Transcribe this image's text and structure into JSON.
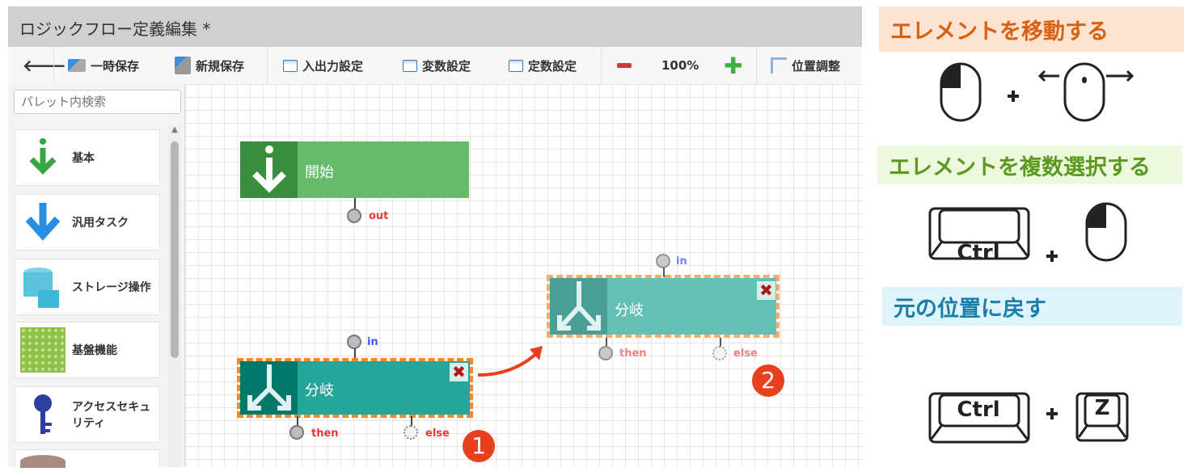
{
  "window": {
    "title": "ロジックフロー定義編集  *"
  },
  "toolbar": {
    "back_icon": "arrow-left",
    "temp_save": "一時保存",
    "new_save": "新規保存",
    "io_settings": "入出力設定",
    "var_settings": "変数設定",
    "const_settings": "定数設定",
    "zoom": "100%",
    "align": "位置調整"
  },
  "sidebar": {
    "search_placeholder": "パレット内検索",
    "items": [
      {
        "label": "基本"
      },
      {
        "label": "汎用タスク"
      },
      {
        "label": "ストレージ操作"
      },
      {
        "label": "基盤機能"
      },
      {
        "label": "アクセスセキュリティ"
      }
    ]
  },
  "canvas": {
    "start": {
      "label": "開始",
      "out": "out"
    },
    "branch1": {
      "label": "分岐",
      "in": "in",
      "then": "then",
      "else": "else",
      "close": "✖"
    },
    "branch2": {
      "label": "分岐",
      "in": "in",
      "then": "then",
      "else": "else",
      "close": "✖"
    },
    "badge1": "1",
    "badge2": "2"
  },
  "help": {
    "move": {
      "title": "エレメントを移動する",
      "color": "#d9600e"
    },
    "multi": {
      "title": "エレメントを複数選択する",
      "color": "#5a9a1e",
      "key": "Ctrl"
    },
    "undo": {
      "title": "元の位置に戻す",
      "color": "#1a7ea8",
      "key1": "Ctrl",
      "key2": "Z"
    }
  }
}
